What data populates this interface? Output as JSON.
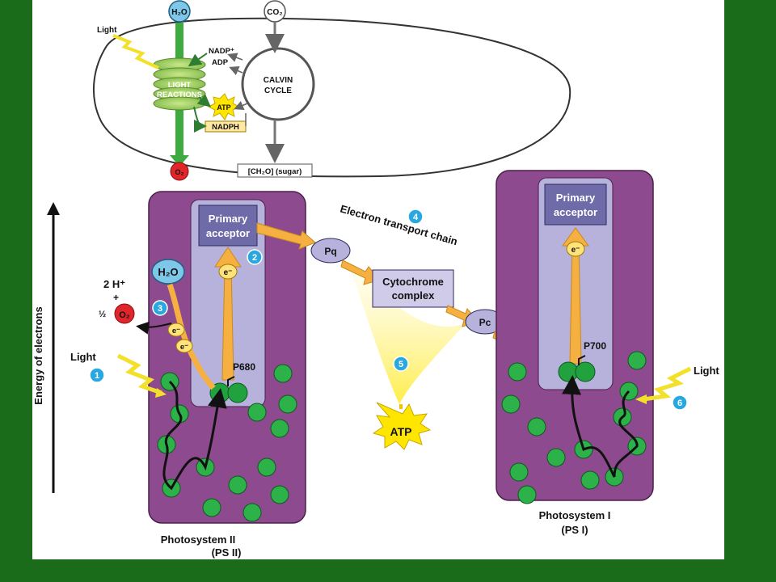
{
  "colors": {
    "frame_green": "#1a6b1a",
    "panel_white": "#ffffff",
    "photosystem_purple": "#8e4a8e",
    "reaction_center_lavender": "#b7b2dc",
    "acceptor_box": "#6f6aa8",
    "chain_box": "#cfcbe8",
    "arrow_orange": "#f5b041",
    "chlorophyll_green": "#2db24a",
    "step_badge_blue": "#29a8e0",
    "oxygen_red": "#e0262b",
    "atp_yellow": "#ffe600",
    "water_blue": "#7fc7e8"
  },
  "overview": {
    "h2o": "H₂O",
    "co2": "CO₂",
    "light": "Light",
    "nadp": "NADP⁺",
    "adp": "ADP",
    "light_reactions_1": "LIGHT",
    "light_reactions_2": "REACTIONS",
    "atp": "ATP",
    "nadph": "NADPH",
    "calvin_1": "CALVIN",
    "calvin_2": "CYCLE",
    "o2": "O₂",
    "sugar": "[CH₂O] (sugar)"
  },
  "main": {
    "energy_axis_label": "Energy of electrons",
    "ps2_acceptor_1": "Primary",
    "ps2_acceptor_2": "acceptor",
    "ps1_acceptor_1": "Primary",
    "ps1_acceptor_2": "acceptor",
    "h2o": "H₂O",
    "two_h": "2 H⁺",
    "plus": "+",
    "half": "½",
    "o2": "O₂",
    "electron": "e⁻",
    "p680": "P680",
    "p700": "P700",
    "light_left": "Light",
    "light_right": "Light",
    "etc_label": "Electron transport chain",
    "pq": "Pq",
    "cyto_1": "Cytochrome",
    "cyto_2": "complex",
    "pc": "Pc",
    "atp": "ATP",
    "ps2_caption_1": "Photosystem II",
    "ps2_caption_2": "(PS II)",
    "ps1_caption_1": "Photosystem I",
    "ps1_caption_2": "(PS I)",
    "steps": [
      "1",
      "2",
      "3",
      "4",
      "5",
      "6"
    ]
  }
}
